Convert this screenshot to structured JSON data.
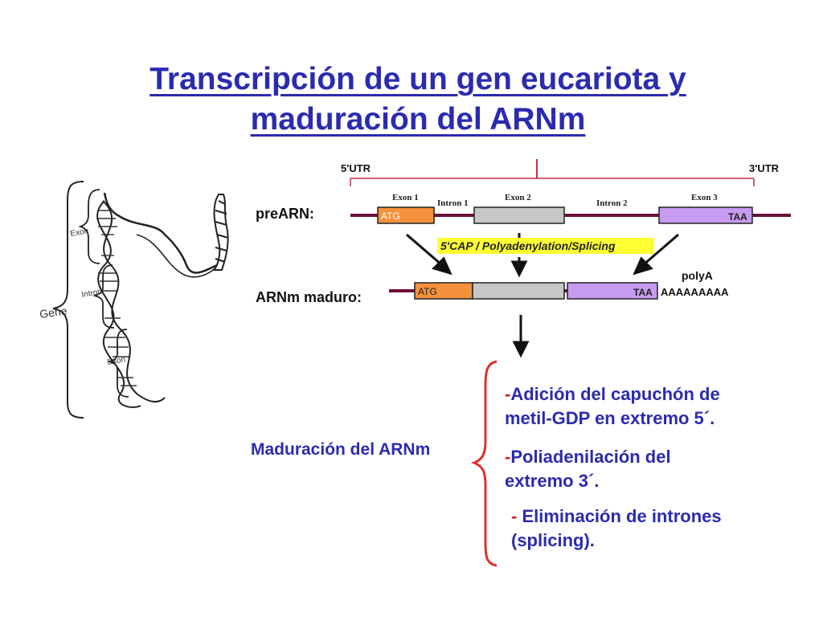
{
  "title": {
    "line1": "Transcripción de un gen eucariota y",
    "line2": "maduración del ARNm"
  },
  "chromosome_figure": {
    "gene_label": "Gene",
    "exon_top_label": "Exon",
    "intron_label": "Intron",
    "exon_bottom_label": "Exon"
  },
  "prearn": {
    "label": "preARN:",
    "utr5": "5'UTR",
    "utr3": "3'UTR",
    "exon1": "Exon 1",
    "intron1": "Intron 1",
    "exon2": "Exon 2",
    "intron2": "Intron 2",
    "exon3": "Exon 3",
    "start_codon": "ATG",
    "stop_codon": "TAA"
  },
  "processing_label": "5'CAP / Polyadenylation/Splicing",
  "mature": {
    "label": "ARNm maduro:",
    "start_codon": "ATG",
    "stop_codon": "TAA",
    "polya_label": "polyA",
    "polya_tail": "AAAAAAAAA"
  },
  "maturation": {
    "heading": "Maduración del ARNm",
    "step1_dash": "-",
    "step1_line1": "Adición del capuchón de",
    "step1_line2": "metil-GDP en extremo 5´.",
    "step2_dash": "-",
    "step2_line1": "Poliadenilación del",
    "step2_line2": "extremo 3´.",
    "step3_dash": "- ",
    "step3_line1": "Eliminación de intrones",
    "step3_line2": "(splicing)."
  },
  "colors": {
    "title": "#2b2bb0",
    "rna_line": "#6b0f3a",
    "exon_orange": "#f5913a",
    "exon_gray": "#c7c7c7",
    "exon_purple": "#c69bf0",
    "processing_highlight": "#ffff33",
    "brace": "#e0302a"
  }
}
